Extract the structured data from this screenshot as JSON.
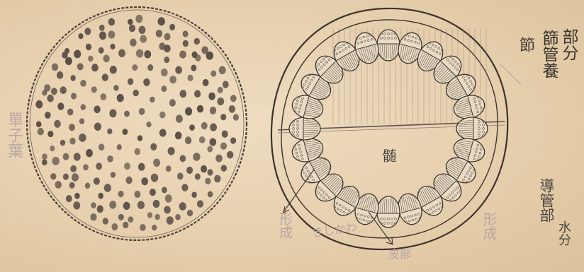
{
  "labels": {
    "nutrient_col1": "部分",
    "nutrient_col2": "篩管養",
    "nutrient_col3": "節",
    "pith": "髄",
    "vessel_col1": "水分",
    "vessel_col2": "導管部",
    "vessel_col3": "",
    "monocot": "單子葉",
    "bottom_a": "形成",
    "bottom_b": "きしかわ",
    "bottom_c": "皮部",
    "faint_right": "形成"
  }
}
